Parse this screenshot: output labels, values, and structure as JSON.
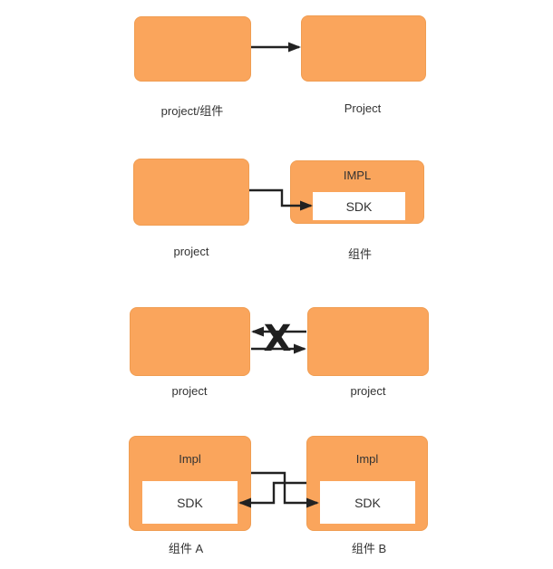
{
  "colors": {
    "box_fill": "#FAA55C",
    "box_border": "#F09D52",
    "inner_box_fill": "#FFFFFF",
    "arrow": "#222222",
    "label_text": "#333333",
    "background": "#FFFFFF"
  },
  "diagram1": {
    "left_caption": "project/组件",
    "right_caption": "Project"
  },
  "diagram2": {
    "left_caption": "project",
    "right_caption": "组件",
    "impl_label": "IMPL",
    "sdk_label": "SDK"
  },
  "diagram3": {
    "left_caption": "project",
    "right_caption": "project",
    "forbidden_mark": "X"
  },
  "diagram4": {
    "left_impl_label": "Impl",
    "right_impl_label": "Impl",
    "left_sdk_label": "SDK",
    "right_sdk_label": "SDK",
    "left_caption": "组件 A",
    "right_caption": "组件 B"
  }
}
